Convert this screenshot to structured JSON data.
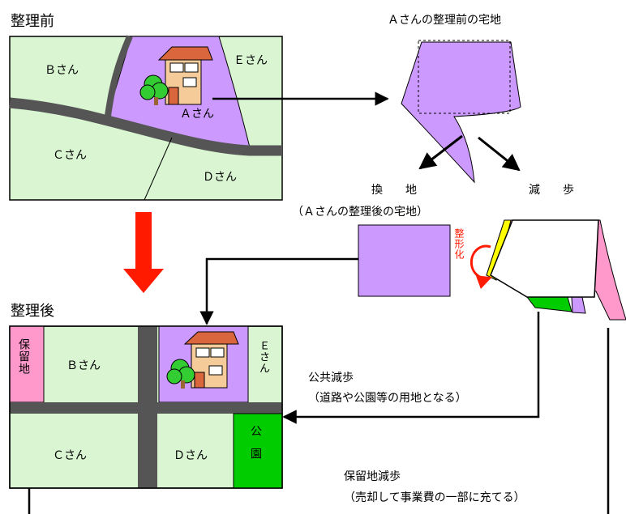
{
  "before": {
    "heading": "整理前",
    "plots": {
      "b": "Ｂさん",
      "e": "Ｅさん",
      "a": "Ａさん",
      "c": "Ｃさん",
      "d": "Ｄさん"
    }
  },
  "after": {
    "heading": "整理後",
    "reserved_land": "保留地",
    "plots": {
      "b": "Ｂさん",
      "e": "Ｅさん",
      "c": "Ｃさん",
      "d": "Ｄさん"
    },
    "park": "公園"
  },
  "a_before_title": "Ａさんの整理前の宅地",
  "replot": {
    "label": "換　　地",
    "sub": "（Ａさんの整理後の宅地）"
  },
  "reduction_label": "減　　歩",
  "shaping_label": "整形化",
  "public_reduction": {
    "label": "公共減歩",
    "sub": "（道路や公園等の用地となる）"
  },
  "reserve_reduction": {
    "label": "保留地減歩",
    "sub": "（売却して事業費の一部に充てる）"
  },
  "colors": {
    "plot_green": "#d9f5d2",
    "plot_purple": "#cc99ff",
    "road_gray": "#555555",
    "park_green": "#00cc00",
    "reserve_pink": "#ff99cc",
    "arrow_red": "#ff1a00",
    "shaping_yellow": "#ffff00"
  }
}
